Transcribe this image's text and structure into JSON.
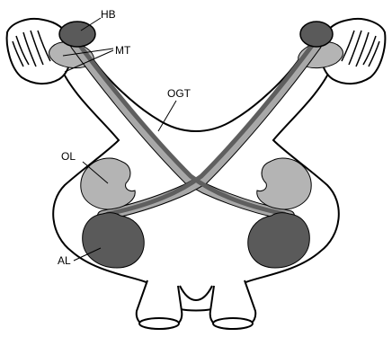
{
  "labels": {
    "hb": "HB",
    "mt": "MT",
    "ogt": "OGT",
    "ol": "OL",
    "al": "AL"
  },
  "colors": {
    "outline": "#000000",
    "background": "#ffffff",
    "tract_dark": "#5f5f5f",
    "tract_light": "#a8a8a8",
    "lobe_light": "#b4b4b4",
    "lobe_dark": "#5a5a5a"
  }
}
